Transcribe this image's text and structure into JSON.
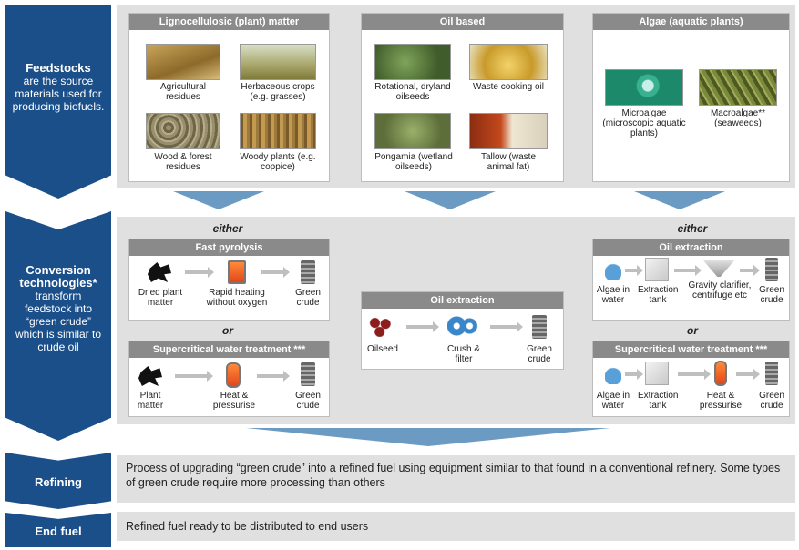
{
  "side_labels": {
    "feedstocks": {
      "title": "Feedstocks",
      "body": "are the source materials used for producing biofuels."
    },
    "conversion": {
      "title": "Conversion technologies*",
      "body": "transform feedstock into “green crude” which is similar to crude oil"
    },
    "refining": {
      "title": "Refining"
    },
    "end_fuel": {
      "title": "End fuel"
    }
  },
  "feedstocks": {
    "ligno": {
      "title": "Lignocellulosic (plant) matter",
      "items": [
        "Agricultural residues",
        "Herbaceous crops (e.g. grasses)",
        "Wood & forest residues",
        "Woody plants (e.g. coppice)"
      ]
    },
    "oil": {
      "title": "Oil based",
      "items": [
        "Rotational, dryland oilseeds",
        "Waste cooking oil",
        "Pongamia (wetland oilseeds)",
        "Tallow (waste animal fat)"
      ]
    },
    "algae": {
      "title": "Algae (aquatic plants)",
      "items": [
        "Microalgae (microscopic aquatic plants)",
        "Macroalgae** (seaweeds)"
      ]
    }
  },
  "conversion": {
    "either_left": "either",
    "either_right": "either",
    "or_left": "or",
    "or_right": "or",
    "fast_pyrolysis": {
      "title": "Fast pyrolysis",
      "steps": [
        "Dried plant matter",
        "Rapid heating without oxygen",
        "Green crude"
      ]
    },
    "scw_left": {
      "title": "Supercritical water treatment ***",
      "steps": [
        "Plant matter",
        "Heat & pressurise",
        "Green crude"
      ]
    },
    "oil_extraction_mid": {
      "title": "Oil extraction",
      "steps": [
        "Oilseed",
        "Crush & filter",
        "Green crude"
      ]
    },
    "oil_extraction_right": {
      "title": "Oil extraction",
      "steps": [
        "Algae in water",
        "Extraction tank",
        "Gravity clarifier, centrifuge etc",
        "Green crude"
      ]
    },
    "scw_right": {
      "title": "Supercritical water treatment ***",
      "steps": [
        "Algae in water",
        "Extraction tank",
        "Heat & pressurise",
        "Green crude"
      ]
    }
  },
  "refining": {
    "text": "Process of upgrading “green crude” into a refined fuel using equipment similar to that found in a conventional refinery. Some types of green crude require more processing than others"
  },
  "end_fuel": {
    "text": "Refined fuel ready to be distributed to end users"
  },
  "colors": {
    "navy": "#1b4f8a",
    "panel": "#e0e0e0",
    "header": "#8a8a8a",
    "arrow": "#6b9bc3"
  }
}
